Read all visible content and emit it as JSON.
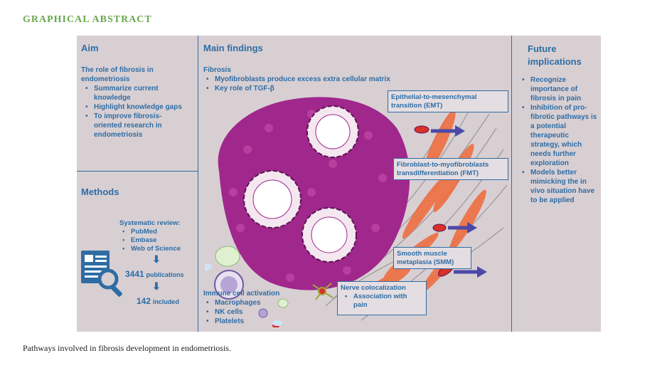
{
  "heading": "GRAPHICAL ABSTRACT",
  "aim": {
    "title": "Aim",
    "intro": "The role of fibrosis in endometriosis",
    "items": [
      "Summarize current knowledge",
      "Highlight knowledge gaps",
      "To improve fibrosis-oriented research in endometriosis"
    ]
  },
  "methods": {
    "title": "Methods",
    "review_label": "Systematic review:",
    "databases": [
      "PubMed",
      "Embase",
      "Web of Science"
    ],
    "publications_count": "3441",
    "publications_label": "publications",
    "included_count": "142",
    "included_label": "included"
  },
  "main": {
    "title": "Main findings",
    "fibrosis_label": "Fibrosis",
    "fibrosis_items": [
      "Myofibroblasts produce excess extra cellular matrix",
      "Key role of TGF-β"
    ],
    "emt_label": "Epithelial-to-mesenchymal transition (EMT)",
    "fmt_label": "Fibroblast-to-myofibroblasts transdifferentiation (FMT)",
    "smm_label": "Smooth muscle metaplasia (SMM)",
    "nerve_label": "Nerve colocalization",
    "nerve_items": [
      "Association with pain"
    ],
    "immune_label": "Immune cell activation",
    "immune_items": [
      "Macrophages",
      "NK cells",
      "Platelets"
    ]
  },
  "future": {
    "title": "Future implications",
    "items": [
      "Recognize importance of fibrosis in pain",
      "Inhibition of pro-fibrotic pathways is a potential therapeutic strategy, which needs further exploration",
      "Models better mimicking the in vivo situation have to be applied"
    ]
  },
  "caption": "Pathways involved in fibrosis development in endometriosis.",
  "colors": {
    "accent": "#2e6da4",
    "heading": "#6aa84f",
    "panel": "#d8cfd3",
    "tissue": "#a0278c",
    "muscle": "#f06a3a"
  }
}
